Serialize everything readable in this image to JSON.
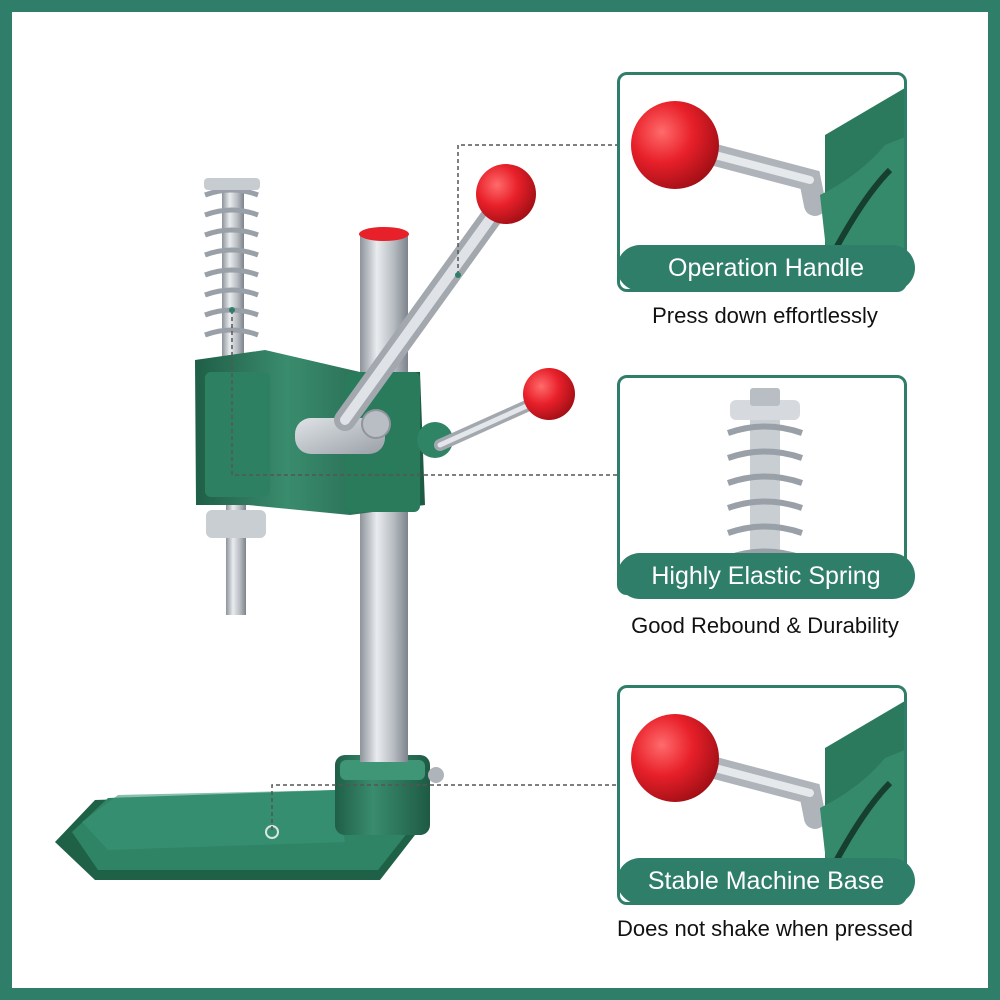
{
  "features": [
    {
      "title": "Operation Handle",
      "subtitle": "Press down effortlessly",
      "icon": "handle-closeup-image"
    },
    {
      "title": "Highly Elastic Spring",
      "subtitle": "Good Rebound & Durability",
      "icon": "spring-closeup-image"
    },
    {
      "title": "Stable Machine Base",
      "subtitle": "Does not shake when pressed",
      "icon": "base-closeup-image"
    }
  ],
  "colors": {
    "frame": "#2f7e6a",
    "machine_green": "#2c7a5e",
    "knob_red": "#e8202a",
    "steel": "#c9ced3"
  }
}
